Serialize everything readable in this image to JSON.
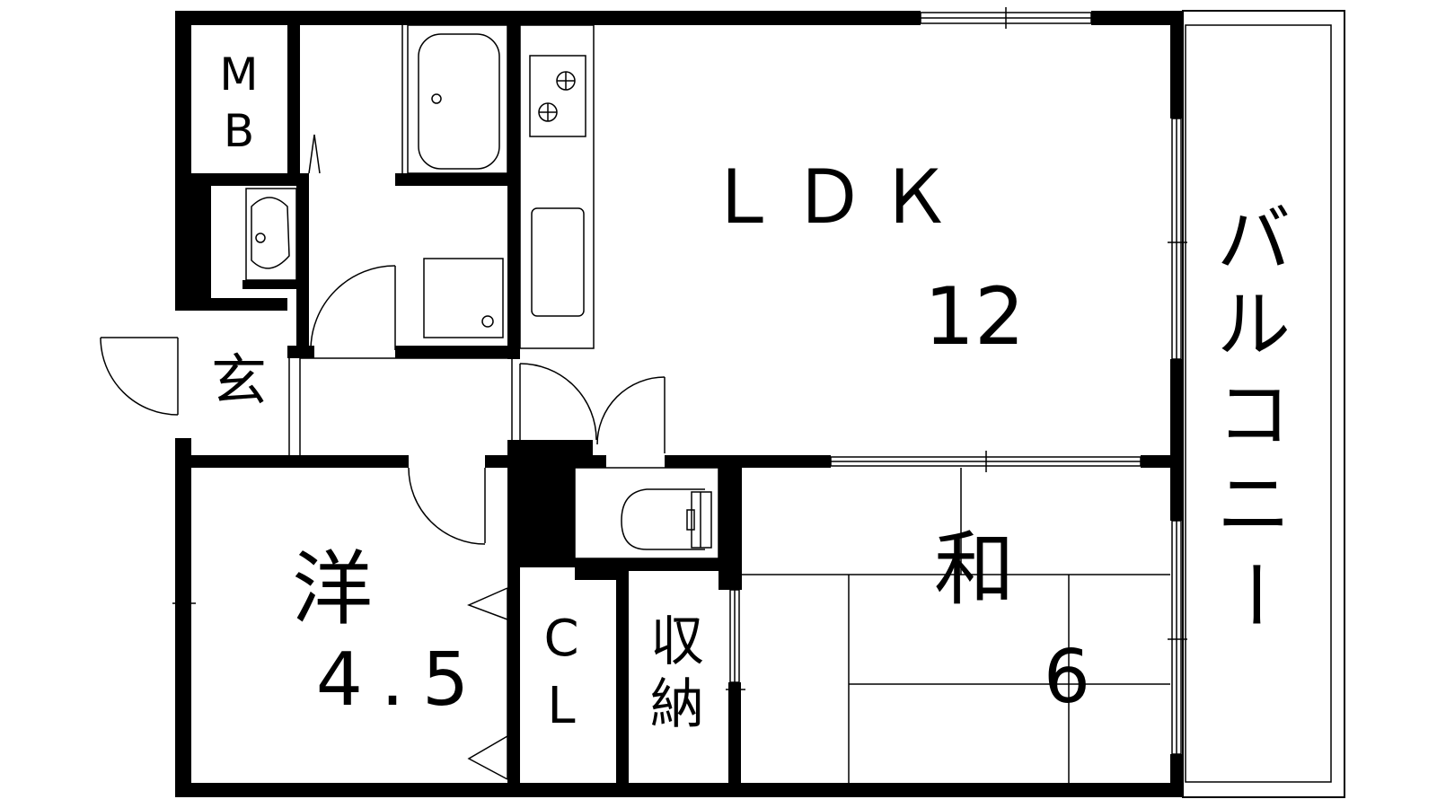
{
  "rooms": {
    "mb_top": "M",
    "mb_bottom": "B",
    "ldk": "ＬＤＫ",
    "ldk_size": "12",
    "genkan": "玄",
    "yo": "洋",
    "yo_size": "4.5",
    "cl_top": "C",
    "cl_bottom": "L",
    "shuno_top": "収",
    "shuno_bottom": "納",
    "wa": "和",
    "wa_size": "6",
    "balcony": [
      "バ",
      "ル",
      "コ",
      "ニ",
      "ー"
    ]
  },
  "colors": {
    "wall": "#000000",
    "background": "#ffffff"
  }
}
